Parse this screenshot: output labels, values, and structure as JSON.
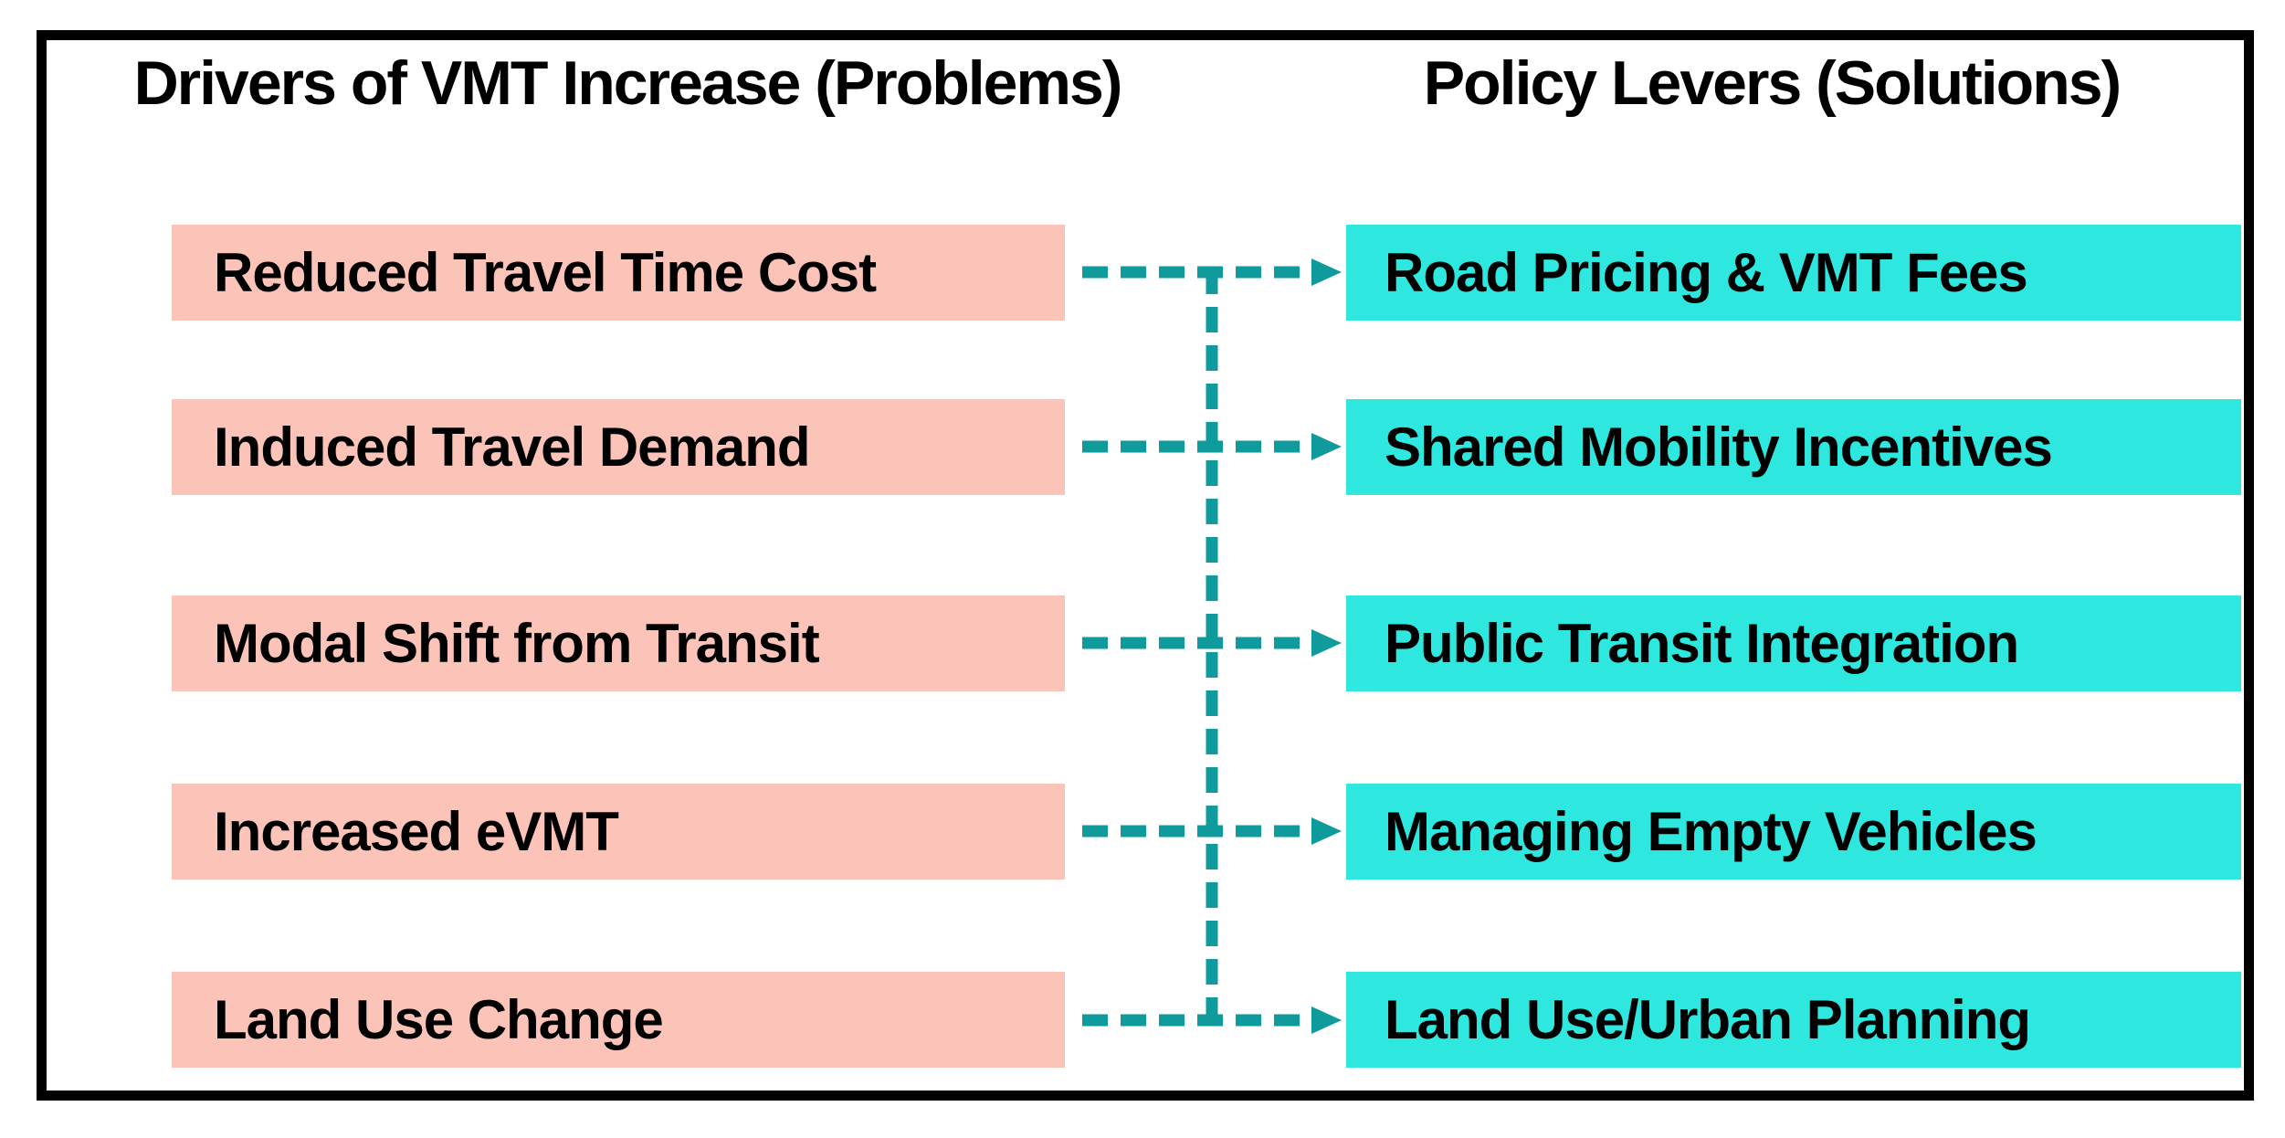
{
  "headers": {
    "problems": "Drivers of VMT Increase (Problems)",
    "solutions": "Policy Levers (Solutions)"
  },
  "rows": [
    {
      "problem": "Reduced Travel Time Cost",
      "solution": "Road Pricing & VMT Fees"
    },
    {
      "problem": "Induced Travel Demand",
      "solution": "Shared Mobility Incentives"
    },
    {
      "problem": "Modal Shift from Transit",
      "solution": "Public Transit Integration"
    },
    {
      "problem": "Increased eVMT",
      "solution": "Managing Empty Vehicles"
    },
    {
      "problem": "Land Use Change",
      "solution": "Land Use/Urban Planning"
    }
  ],
  "connector": {
    "type": "dashed-arrow",
    "direction": "left-to-right",
    "trunk": "vertical dashed line linking all five rows"
  },
  "colors": {
    "problem-fill": "#fcc3b8",
    "solution-fill": "#2ee8e0",
    "connector-color": "#0f9b9b",
    "frame-color": "#000000",
    "text-color": "#000000",
    "bg-color": "#ffffff"
  }
}
